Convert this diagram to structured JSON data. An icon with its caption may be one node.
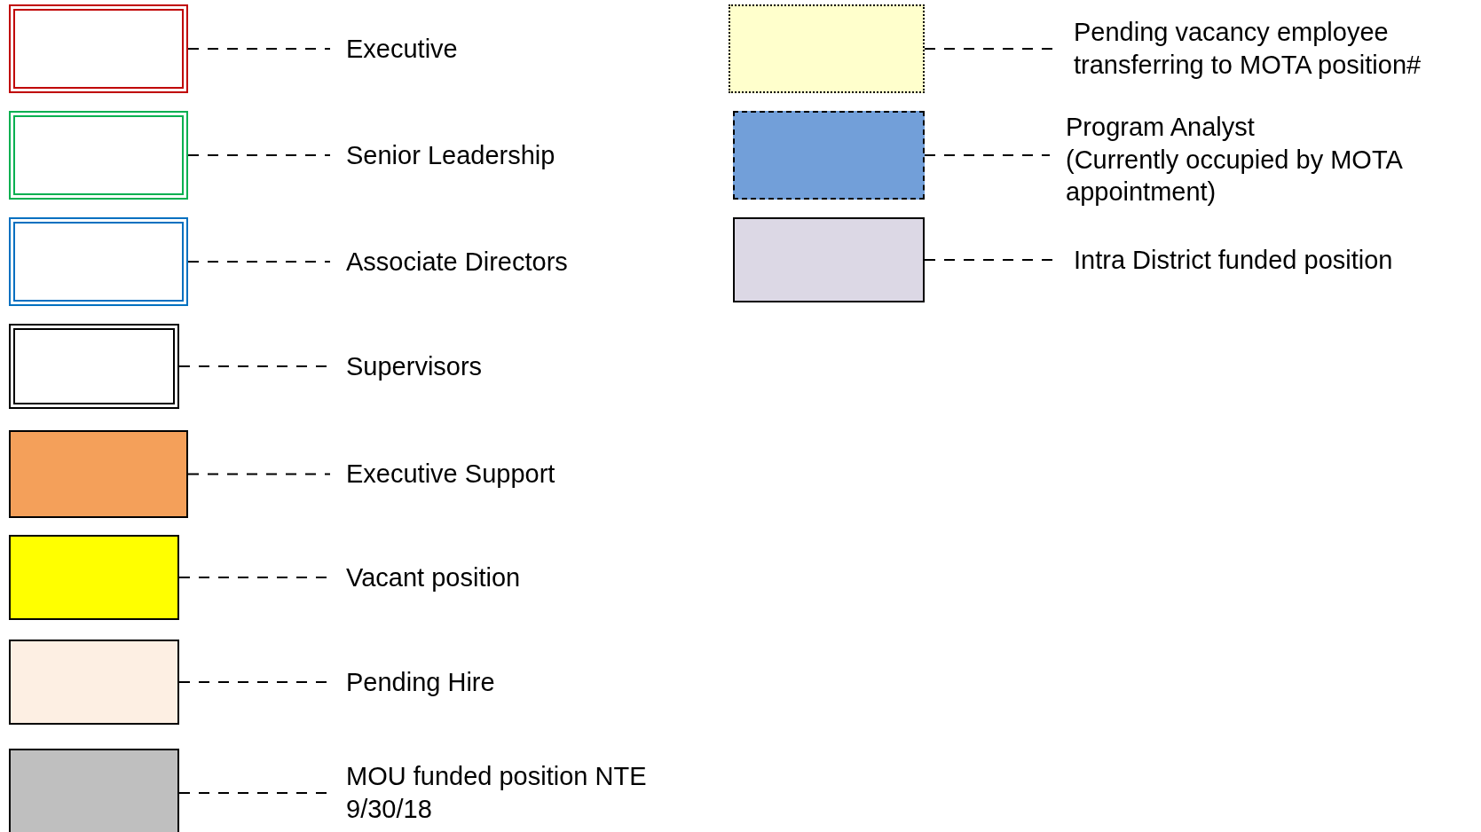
{
  "diagram": {
    "nodes": [
      {
        "text": [],
        "shape": "box"
      },
      {
        "text": [
          "Executive"
        ]
      },
      {
        "text": [],
        "shape": "box"
      },
      {
        "text": [
          "Senior Leadership"
        ]
      },
      {
        "text": [],
        "shape": "box"
      },
      {
        "text": [
          "Associate Directors"
        ]
      },
      {
        "text": [],
        "shape": "box"
      },
      {
        "text": [
          "Supervisors"
        ]
      },
      {
        "text": [],
        "shape": "box"
      },
      {
        "text": [
          "Executive Support"
        ]
      },
      {
        "text": [],
        "shape": "box"
      },
      {
        "text": [
          "Vacant position"
        ]
      },
      {
        "text": [],
        "shape": "box"
      },
      {
        "text": [
          "Pending Hire"
        ]
      },
      {
        "text": [],
        "shape": "box"
      },
      {
        "text": [
          "MOU funded position NTE 9/30/18"
        ]
      },
      {
        "text": [],
        "shape": "box"
      },
      {
        "text": [
          "Pending vacancy employee transferring to MOTA position#"
        ]
      },
      {
        "text": [],
        "shape": "box"
      },
      {
        "text": [
          "Program Analyst",
          "(Currently occupied by MOTA appointment)"
        ]
      },
      {
        "text": [],
        "shape": "box"
      },
      {
        "text": [
          "Intra District funded position"
        ]
      }
    ],
    "edges": [
      {
        "from": 0,
        "to": 1,
        "arrow": "none",
        "style": "dashed"
      },
      {
        "from": 2,
        "to": 3,
        "arrow": "none",
        "style": "dashed"
      },
      {
        "from": 4,
        "to": 5,
        "arrow": "none",
        "style": "dashed"
      },
      {
        "from": 6,
        "to": 7,
        "arrow": "none",
        "style": "dashed"
      },
      {
        "from": 8,
        "to": 9,
        "arrow": "none",
        "style": "dashed"
      },
      {
        "from": 10,
        "to": 11,
        "arrow": "none",
        "style": "dashed"
      },
      {
        "from": 12,
        "to": 13,
        "arrow": "none",
        "style": "dashed"
      },
      {
        "from": 14,
        "to": 15,
        "arrow": "none",
        "style": "dashed"
      },
      {
        "from": 16,
        "to": 17,
        "arrow": "none",
        "style": "dashed"
      },
      {
        "from": 18,
        "to": 19,
        "arrow": "none",
        "style": "dashed"
      },
      {
        "from": 20,
        "to": 21,
        "arrow": "none",
        "style": "dashed"
      }
    ]
  }
}
